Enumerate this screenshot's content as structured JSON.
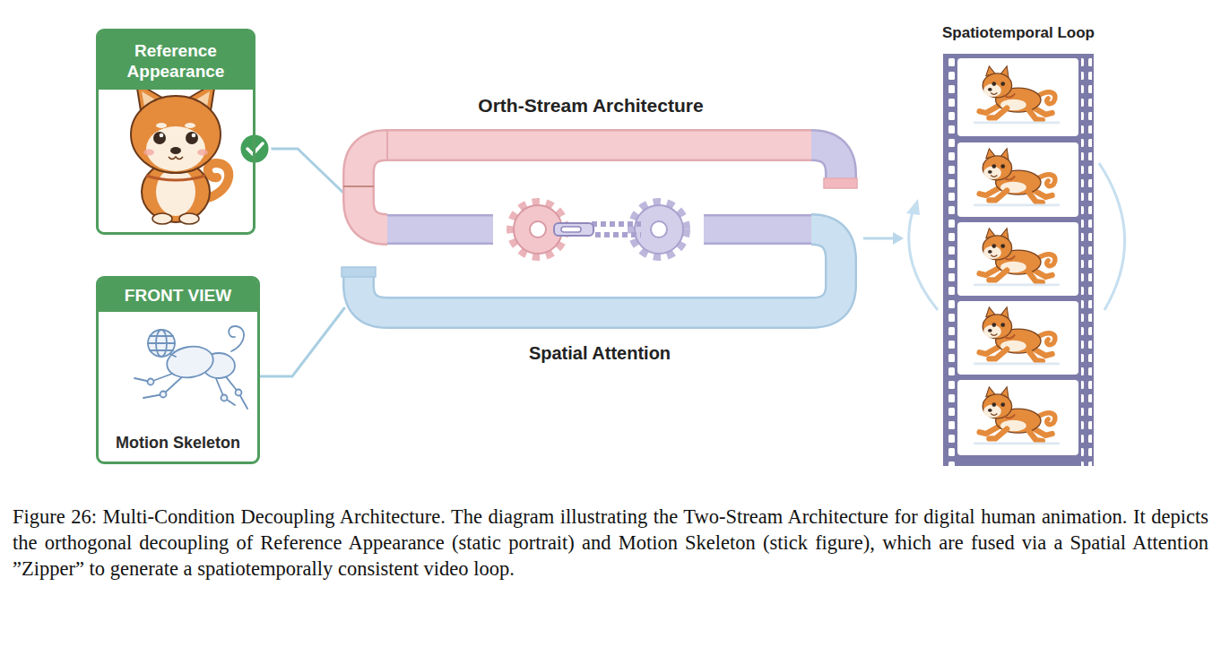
{
  "diagram": {
    "caption": "Figure 26: Multi-Condition Decoupling Architecture. The diagram illustrating the Two-Stream Architecture for digital human animation. It depicts the orthogonal decoupling of Reference Appearance (static portrait) and Motion Skeleton (stick figure), which are fused via a Spatial Attention ”Zipper” to generate a spatiotemporally consistent video loop.",
    "nodes": [
      {
        "text": [
          "Reference Appearance"
        ]
      },
      {
        "text": [
          "FRONT VIEW",
          "Motion Skeleton"
        ]
      }
    ],
    "labels": [
      "Orth-Stream Architecture",
      "Spatial Attention",
      "Spatiotemporal Loop"
    ]
  }
}
